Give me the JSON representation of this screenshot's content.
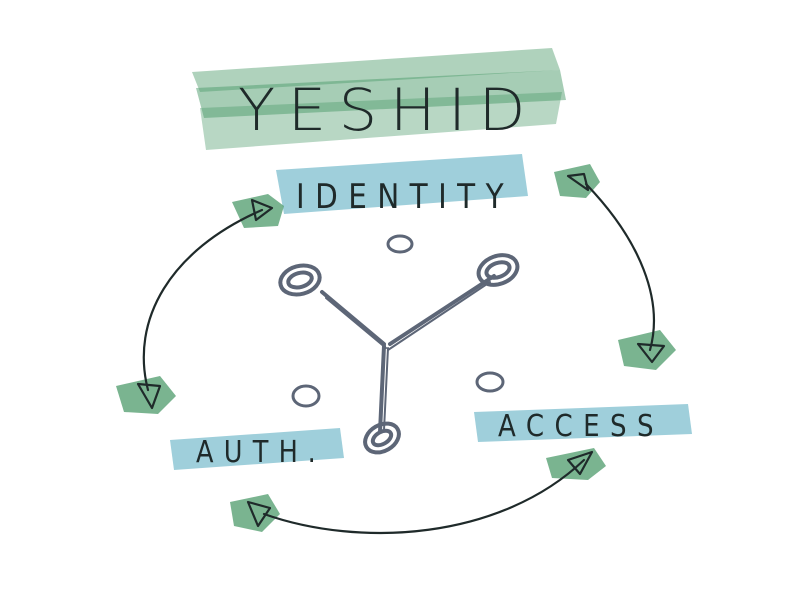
{
  "title": "YESHID",
  "labels": {
    "identity": "IDENTITY",
    "auth": "AUTH.",
    "access": "ACCESS"
  },
  "colors": {
    "green_highlight": "#4e9b6b",
    "blue_highlight": "#7fbfcf",
    "ink": "#1f2a2a",
    "symbol": "#5d6677",
    "background": "#ffffff"
  }
}
